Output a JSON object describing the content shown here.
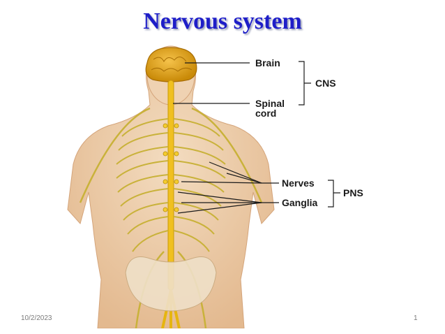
{
  "slide": {
    "title": "Nervous system",
    "labels": {
      "brain": "Brain",
      "spinal_cord": "Spinal cord",
      "cns": "CNS",
      "nerves": "Nerves",
      "ganglia": "Ganglia",
      "pns": "PNS"
    },
    "footer": {
      "date": "10/2/2023",
      "page": "1"
    }
  }
}
